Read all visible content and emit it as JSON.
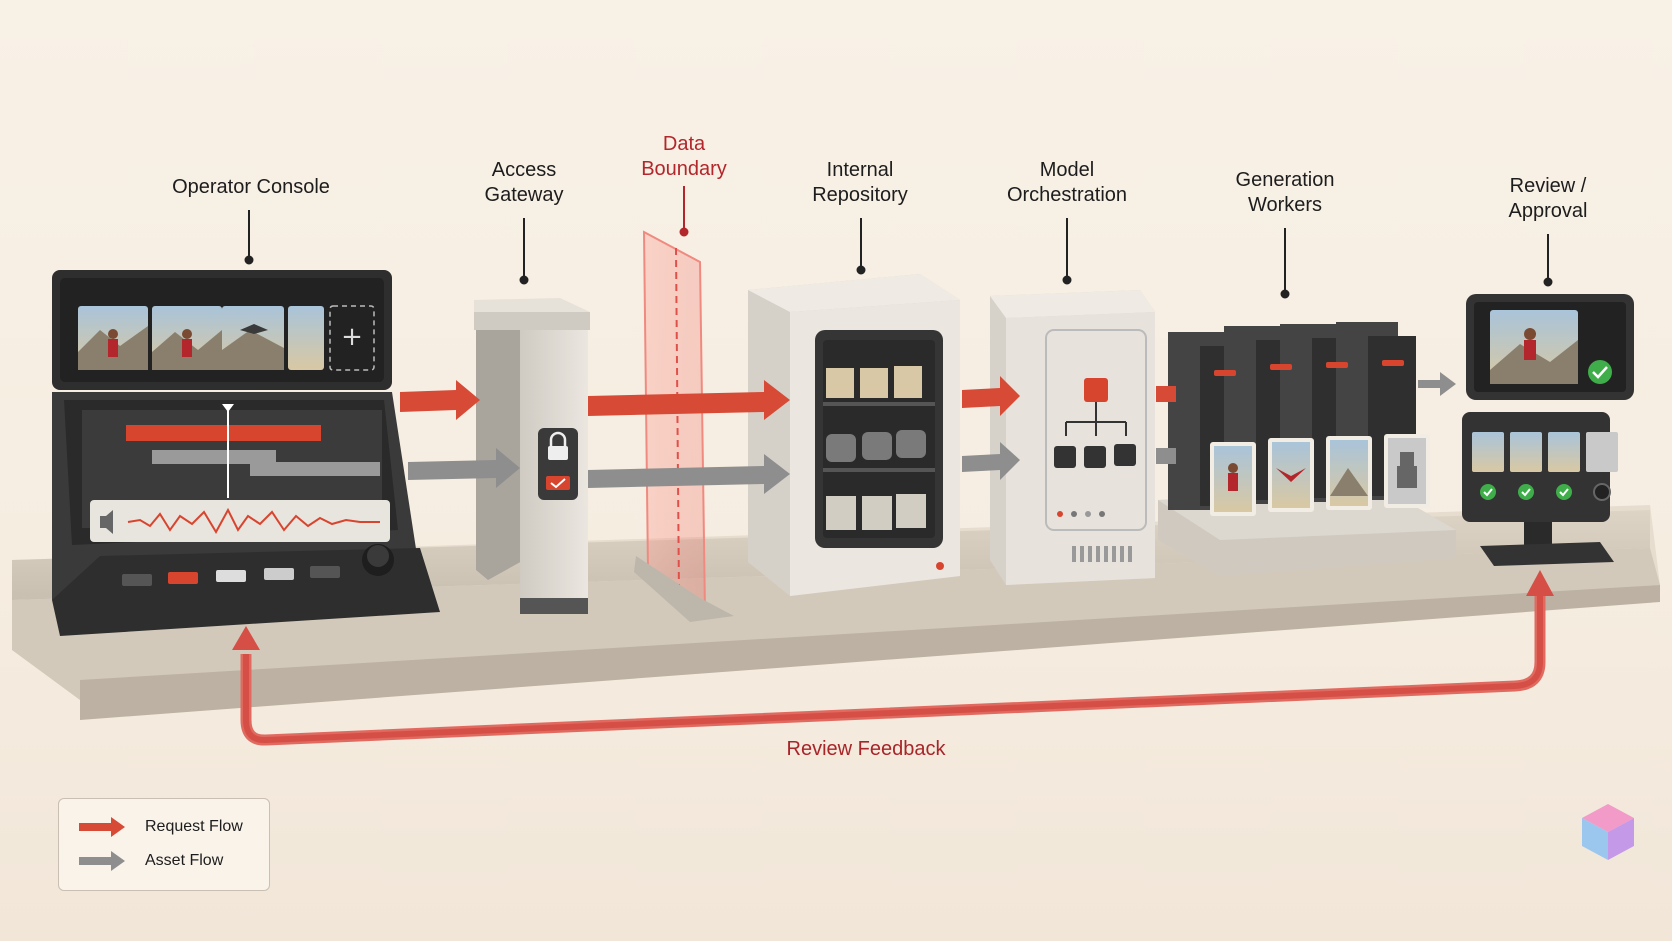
{
  "labels": {
    "operator_console": "Operator Console",
    "access_gateway": [
      "Access",
      "Gateway"
    ],
    "data_boundary": [
      "Data",
      "Boundary"
    ],
    "internal_repository": [
      "Internal",
      "Repository"
    ],
    "model_orchestration": [
      "Model",
      "Orchestration"
    ],
    "generation_workers": [
      "Generation",
      "Workers"
    ],
    "review_approval": [
      "Review /",
      "Approval"
    ]
  },
  "feedback_label": "Review Feedback",
  "legend": {
    "request_flow": "Request Flow",
    "asset_flow": "Asset Flow"
  },
  "colors": {
    "request": "#d64a36",
    "asset": "#8e8e8e",
    "boundary": "#e0504a",
    "feedback": "#d9574f",
    "device_dark": "#353535",
    "device_light": "#e8e4dc"
  }
}
